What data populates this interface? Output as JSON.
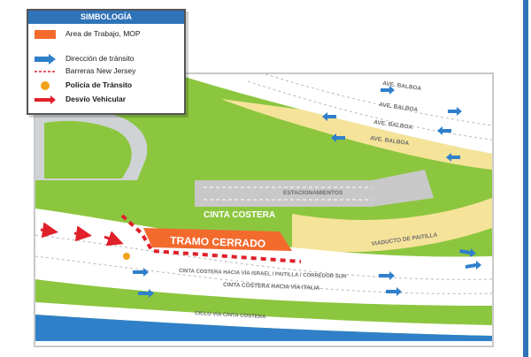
{
  "colors": {
    "frame_blue": "#2f73b8",
    "arrow_blue": "#2f7fcb",
    "arrow_red": "#e0202a",
    "closed_orange": "#f36a2d",
    "police_orange": "#f3a21b",
    "grass": "#8cc63f",
    "grass_dark": "#6fae31",
    "road": "#ffffff",
    "sand": "#f6e39a",
    "parking": "#c8c8c8",
    "water": "#2f80c8"
  },
  "legend": {
    "title": "SIMBOLOGÍA",
    "items": [
      {
        "label": "Area de Trabajo, MOP",
        "symbol": "orange-rect"
      },
      {
        "label": "Dirección de tránsito",
        "symbol": "blue-arrow"
      },
      {
        "label": "Barreras New Jersey",
        "symbol": "red-dashed-line"
      },
      {
        "label": "Policía de Tránsito",
        "symbol": "orange-dot"
      },
      {
        "label": "Desvío Vehicular",
        "symbol": "red-arrow"
      }
    ]
  },
  "map": {
    "closed_label": "TRAMO CERRADO",
    "labels": {
      "balboa_1": "AVE. BALBOA",
      "balboa_2": "AVE. BALBOA",
      "balboa_3": "AVE. BALBOA",
      "balboa_4": "AVE. BALBOA",
      "parking": "ESTACIONAMIENTOS",
      "cinta_costera": "CINTA COSTERA",
      "viaducto": "VIADUCTO DE PAITILLA",
      "hacia_israel": "CINTA COSTERA HACIA VÍA ISRAEL / PAITILLA / CORREDOR SUR",
      "hacia_italia": "CINTA COSTERA HACIA VÍA ITALIA",
      "ciclovia": "CICLO VÍA CINTA COSTERA"
    }
  }
}
